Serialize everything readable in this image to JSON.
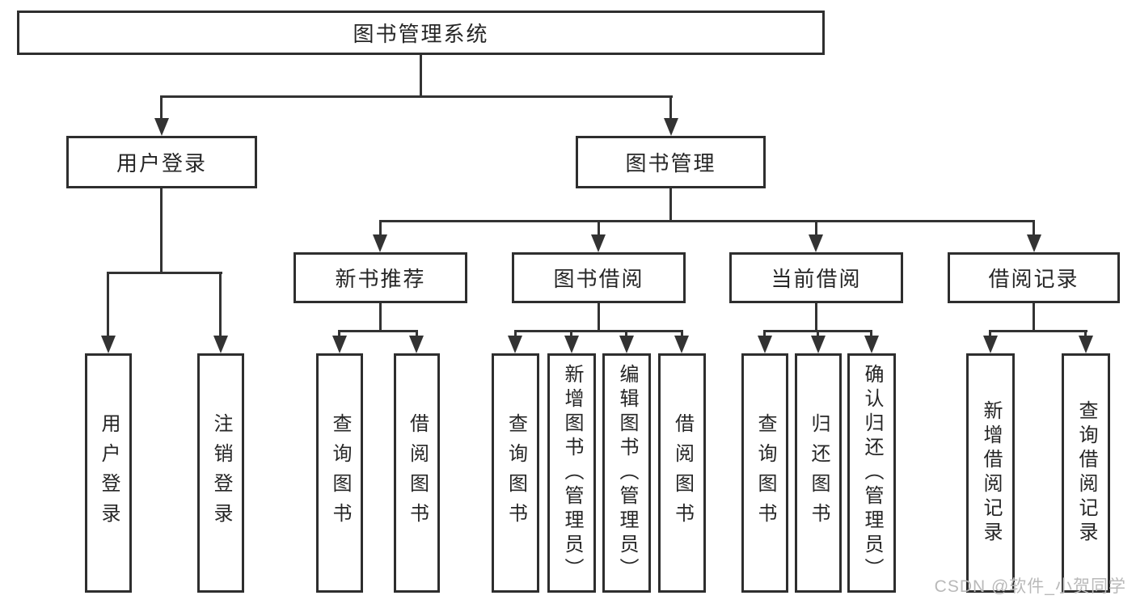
{
  "diagram": {
    "root": {
      "label": "图书管理系统"
    },
    "level2": [
      {
        "label": "用户登录",
        "leaves": [
          {
            "label": "用户登录"
          },
          {
            "label": "注销登录"
          }
        ]
      },
      {
        "label": "图书管理",
        "groups": [
          {
            "label": "新书推荐",
            "leaves": [
              {
                "label": "查询图书"
              },
              {
                "label": "借阅图书"
              }
            ]
          },
          {
            "label": "图书借阅",
            "leaves": [
              {
                "label": "查询图书"
              },
              {
                "label": "新增图书（管理员）"
              },
              {
                "label": "编辑图书（管理员）"
              },
              {
                "label": "借阅图书"
              }
            ]
          },
          {
            "label": "当前借阅",
            "leaves": [
              {
                "label": "查询图书"
              },
              {
                "label": "归还图书"
              },
              {
                "label": "确认归还（管理员）"
              }
            ]
          },
          {
            "label": "借阅记录",
            "leaves": [
              {
                "label": "新增借阅记录"
              },
              {
                "label": "查询借阅记录"
              }
            ]
          }
        ]
      }
    ]
  },
  "watermark": {
    "text": "CSDN @软件_小贺同学"
  },
  "colors": {
    "line": "#333333",
    "border": "#2e2e2e",
    "text": "#262626",
    "watermark": "#b9b9b9",
    "background": "#ffffff"
  }
}
